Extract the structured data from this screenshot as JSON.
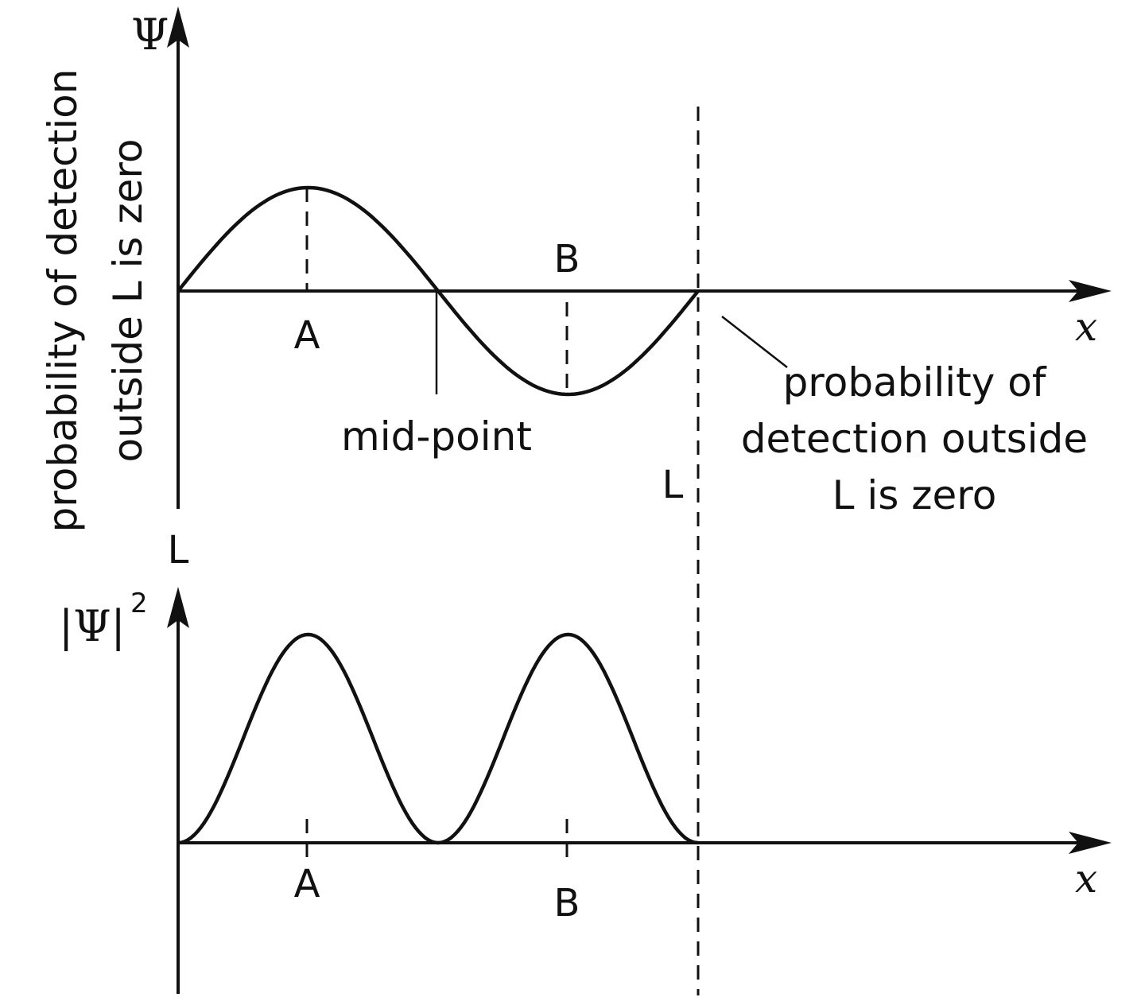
{
  "top_graph": {
    "y_axis_label": "Ψ",
    "x_axis_label": "x",
    "point_a": "A",
    "point_b": "B",
    "midpoint_label": "mid-point",
    "boundary_label": "L",
    "left_note": [
      "probability of detection",
      "outside L is zero"
    ],
    "right_note": [
      "probability of",
      "detection outside",
      "L is zero"
    ]
  },
  "between_label": "L",
  "bottom_graph": {
    "y_axis_label_core": "|Ψ|",
    "y_axis_label_power": "2",
    "x_axis_label": "x",
    "point_a": "A",
    "point_b": "B"
  }
}
